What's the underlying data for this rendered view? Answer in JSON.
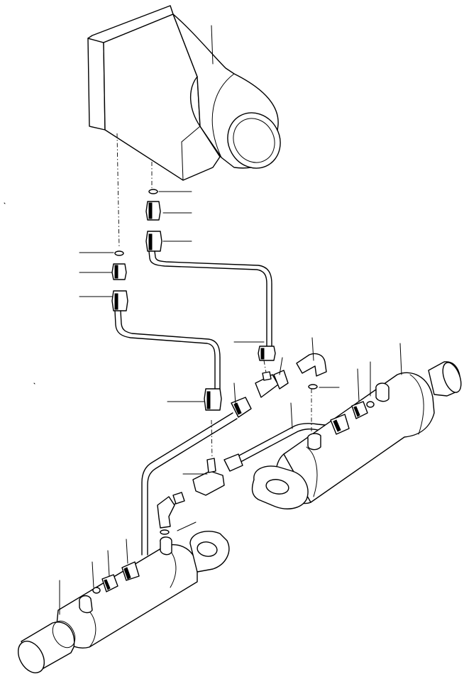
{
  "diagram": {
    "parts": [
      {
        "name": "steering-valve"
      },
      {
        "name": "o-ring"
      },
      {
        "name": "union-fitting"
      },
      {
        "name": "tube-nut"
      },
      {
        "name": "steering-tube"
      },
      {
        "name": "tee-fitting"
      },
      {
        "name": "elbow-fitting"
      },
      {
        "name": "steering-cylinder-right"
      },
      {
        "name": "steering-cylinder-left"
      }
    ],
    "callouts_labeled": false
  }
}
